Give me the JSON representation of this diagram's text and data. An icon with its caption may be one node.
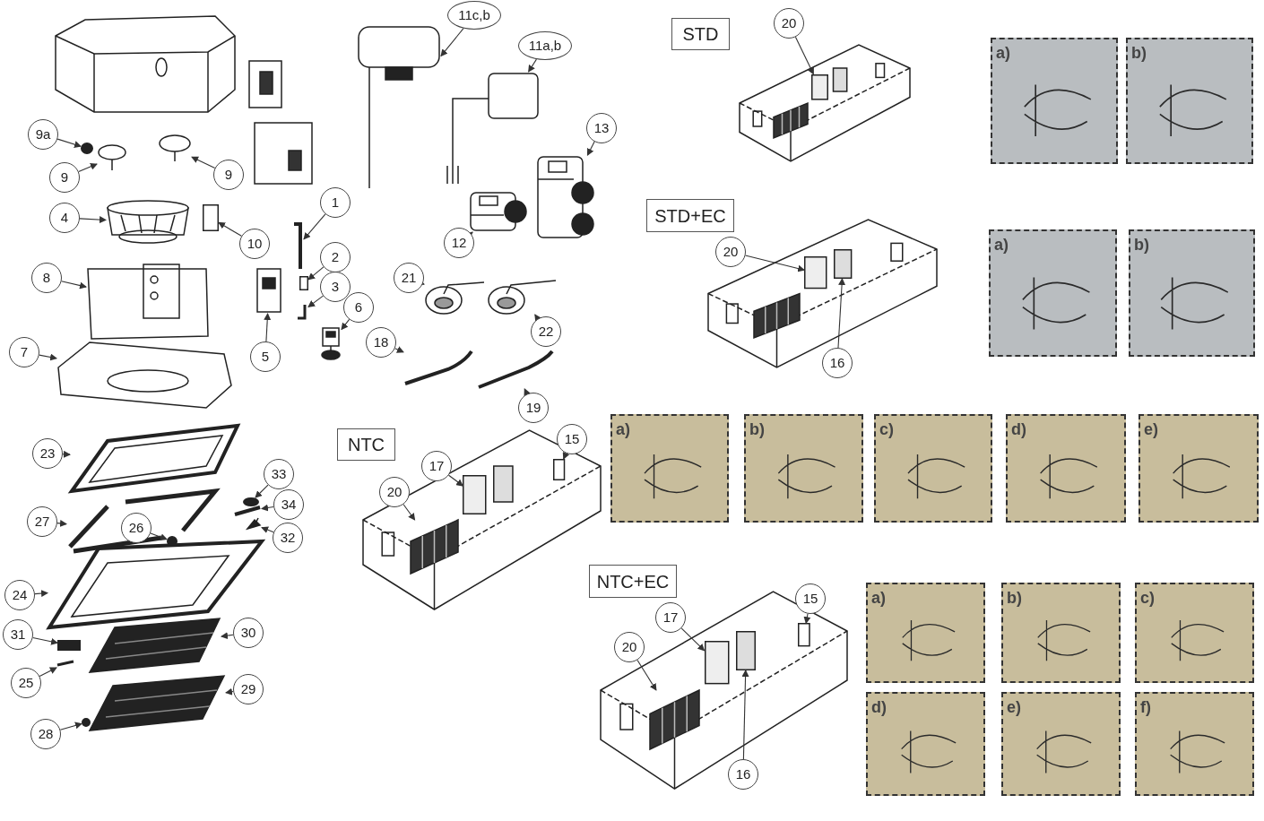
{
  "diagram": {
    "nodes": [
      {
        "text": [
          "9a"
        ]
      },
      {
        "text": [
          "9"
        ]
      },
      {
        "text": [
          "9"
        ]
      },
      {
        "text": [
          "4"
        ]
      },
      {
        "text": [
          "10"
        ]
      },
      {
        "text": [
          "8"
        ]
      },
      {
        "text": [
          "7"
        ]
      },
      {
        "text": [
          "1"
        ]
      },
      {
        "text": [
          "2"
        ]
      },
      {
        "text": [
          "3"
        ]
      },
      {
        "text": [
          "5"
        ]
      },
      {
        "text": [
          "6"
        ]
      },
      {
        "text": [
          "11c,b"
        ]
      },
      {
        "text": [
          "11a,b"
        ]
      },
      {
        "text": [
          "13"
        ]
      },
      {
        "text": [
          "12"
        ]
      },
      {
        "text": [
          "21"
        ]
      },
      {
        "text": [
          "22"
        ]
      },
      {
        "text": [
          "18"
        ]
      },
      {
        "text": [
          "19"
        ]
      },
      {
        "text": [
          "23"
        ]
      },
      {
        "text": [
          "27"
        ]
      },
      {
        "text": [
          "26"
        ]
      },
      {
        "text": [
          "33"
        ]
      },
      {
        "text": [
          "34"
        ]
      },
      {
        "text": [
          "32"
        ]
      },
      {
        "text": [
          "24"
        ]
      },
      {
        "text": [
          "31"
        ]
      },
      {
        "text": [
          "30"
        ]
      },
      {
        "text": [
          "25"
        ]
      },
      {
        "text": [
          "29"
        ]
      },
      {
        "text": [
          "28"
        ]
      },
      {
        "text": [
          "NTC"
        ]
      },
      {
        "text": [
          "17"
        ]
      },
      {
        "text": [
          "20"
        ]
      },
      {
        "text": [
          "15"
        ]
      },
      {
        "text": [
          "STD"
        ]
      },
      {
        "text": [
          "20"
        ]
      },
      {
        "text": [
          "a)"
        ]
      },
      {
        "text": [
          "b)"
        ]
      },
      {
        "text": [
          "STD+EC"
        ]
      },
      {
        "text": [
          "20"
        ]
      },
      {
        "text": [
          "16"
        ]
      },
      {
        "text": [
          "a)"
        ]
      },
      {
        "text": [
          "b)"
        ]
      },
      {
        "text": [
          "a)"
        ]
      },
      {
        "text": [
          "b)"
        ]
      },
      {
        "text": [
          "c)"
        ]
      },
      {
        "text": [
          "d)"
        ]
      },
      {
        "text": [
          "e)"
        ]
      },
      {
        "text": [
          "NTC+EC"
        ]
      },
      {
        "text": [
          "17"
        ]
      },
      {
        "text": [
          "20"
        ]
      },
      {
        "text": [
          "15"
        ]
      },
      {
        "text": [
          "16"
        ]
      },
      {
        "text": [
          "a)"
        ]
      },
      {
        "text": [
          "b)"
        ]
      },
      {
        "text": [
          "c)"
        ]
      },
      {
        "text": [
          "d)"
        ]
      },
      {
        "text": [
          "e)"
        ]
      },
      {
        "text": [
          "f)"
        ]
      },
      {
        "text": [],
        "shape": "circle"
      },
      {
        "text": [],
        "shape": "picture"
      },
      {
        "text": [],
        "shape": "picture"
      },
      {
        "text": [],
        "shape": "picture"
      },
      {
        "text": [],
        "shape": "box"
      },
      {
        "text": [],
        "shape": "picture"
      },
      {
        "text": [],
        "shape": "picture"
      },
      {
        "text": [],
        "shape": "picture"
      },
      {
        "text": [],
        "shape": "box"
      },
      {
        "text": [],
        "shape": "picture"
      },
      {
        "text": [],
        "shape": "picture"
      },
      {
        "text": [],
        "shape": "picture"
      },
      {
        "text": [],
        "shape": "picture"
      },
      {
        "text": [],
        "shape": "picture"
      },
      {
        "text": [],
        "shape": "picture"
      },
      {
        "text": [],
        "shape": "picture"
      },
      {
        "text": [],
        "shape": "picture"
      },
      {
        "text": [],
        "shape": "picture"
      },
      {
        "text": [],
        "shape": "picture"
      },
      {
        "text": [],
        "shape": "picture"
      },
      {
        "text": [],
        "shape": "picture"
      },
      {
        "text": [],
        "shape": "picture"
      },
      {
        "text": [],
        "shape": "circle"
      },
      {
        "text": [],
        "shape": "circle"
      },
      {
        "text": [],
        "shape": "picture"
      },
      {
        "text": [],
        "shape": "picture"
      },
      {
        "text": [],
        "shape": "picture"
      },
      {
        "text": [],
        "shape": "box"
      },
      {
        "text": [],
        "shape": "picture"
      },
      {
        "text": [],
        "shape": "picture"
      },
      {
        "text": [],
        "shape": "picture"
      },
      {
        "text": [],
        "shape": "circle"
      },
      {
        "text": [],
        "shape": "box"
      },
      {
        "text": [],
        "shape": "picture"
      },
      {
        "text": [],
        "shape": "box"
      },
      {
        "text": [],
        "shape": "box"
      },
      {
        "text": [],
        "shape": "box"
      },
      {
        "text": [],
        "shape": "box"
      },
      {
        "text": [],
        "shape": "box"
      },
      {
        "text": [],
        "shape": "picture"
      },
      {
        "text": [],
        "shape": "box"
      },
      {
        "text": [],
        "shape": "box"
      }
    ],
    "edges": [
      {
        "from": 0,
        "to": 61,
        "arrow": "to"
      },
      {
        "from": 1,
        "to": 62,
        "arrow": "to"
      },
      {
        "from": 2,
        "to": 63,
        "arrow": "to"
      },
      {
        "from": 3,
        "to": 64,
        "arrow": "to"
      },
      {
        "from": 4,
        "to": 65,
        "arrow": "to"
      },
      {
        "from": 5,
        "to": 66,
        "arrow": "to"
      },
      {
        "from": 6,
        "to": 67,
        "arrow": "to"
      },
      {
        "from": 7,
        "to": 68,
        "arrow": "to"
      },
      {
        "from": 8,
        "to": 69,
        "arrow": "to"
      },
      {
        "from": 9,
        "to": 70,
        "arrow": "to"
      },
      {
        "from": 10,
        "to": 71,
        "arrow": "to"
      },
      {
        "from": 11,
        "to": 72,
        "arrow": "to"
      },
      {
        "from": 12,
        "to": 73,
        "arrow": "to"
      },
      {
        "from": 13,
        "to": 74,
        "arrow": "to"
      },
      {
        "from": 14,
        "to": 75,
        "arrow": "to"
      },
      {
        "from": 15,
        "to": 76,
        "arrow": "to"
      },
      {
        "from": 16,
        "to": 77,
        "arrow": "to"
      },
      {
        "from": 17,
        "to": 78,
        "arrow": "to"
      },
      {
        "from": 18,
        "to": 79,
        "arrow": "to"
      },
      {
        "from": 19,
        "to": 80,
        "arrow": "to"
      },
      {
        "from": 20,
        "to": 81,
        "arrow": "to"
      },
      {
        "from": 21,
        "to": 82,
        "arrow": "to"
      },
      {
        "from": 22,
        "to": 83,
        "arrow": "to"
      },
      {
        "from": 23,
        "to": 84,
        "arrow": "to"
      },
      {
        "from": 24,
        "to": 85,
        "arrow": "to"
      },
      {
        "from": 25,
        "to": 86,
        "arrow": "to"
      },
      {
        "from": 26,
        "to": 87,
        "arrow": "to"
      },
      {
        "from": 27,
        "to": 88,
        "arrow": "to"
      },
      {
        "from": 28,
        "to": 89,
        "arrow": "to"
      },
      {
        "from": 29,
        "to": 90,
        "arrow": "to"
      },
      {
        "from": 30,
        "to": 91,
        "arrow": "to"
      },
      {
        "from": 31,
        "to": 92,
        "arrow": "to"
      },
      {
        "from": 33,
        "to": 93,
        "arrow": "to"
      },
      {
        "from": 34,
        "to": 94,
        "arrow": "to"
      },
      {
        "from": 35,
        "to": 95,
        "arrow": "to"
      },
      {
        "from": 37,
        "to": 96,
        "arrow": "to"
      },
      {
        "from": 41,
        "to": 97,
        "arrow": "to"
      },
      {
        "from": 42,
        "to": 98,
        "arrow": "to"
      },
      {
        "from": 51,
        "to": 99,
        "arrow": "to"
      },
      {
        "from": 52,
        "to": 100,
        "arrow": "to"
      },
      {
        "from": 53,
        "to": 101,
        "arrow": "to"
      },
      {
        "from": 54,
        "to": 102,
        "arrow": "to"
      }
    ]
  }
}
